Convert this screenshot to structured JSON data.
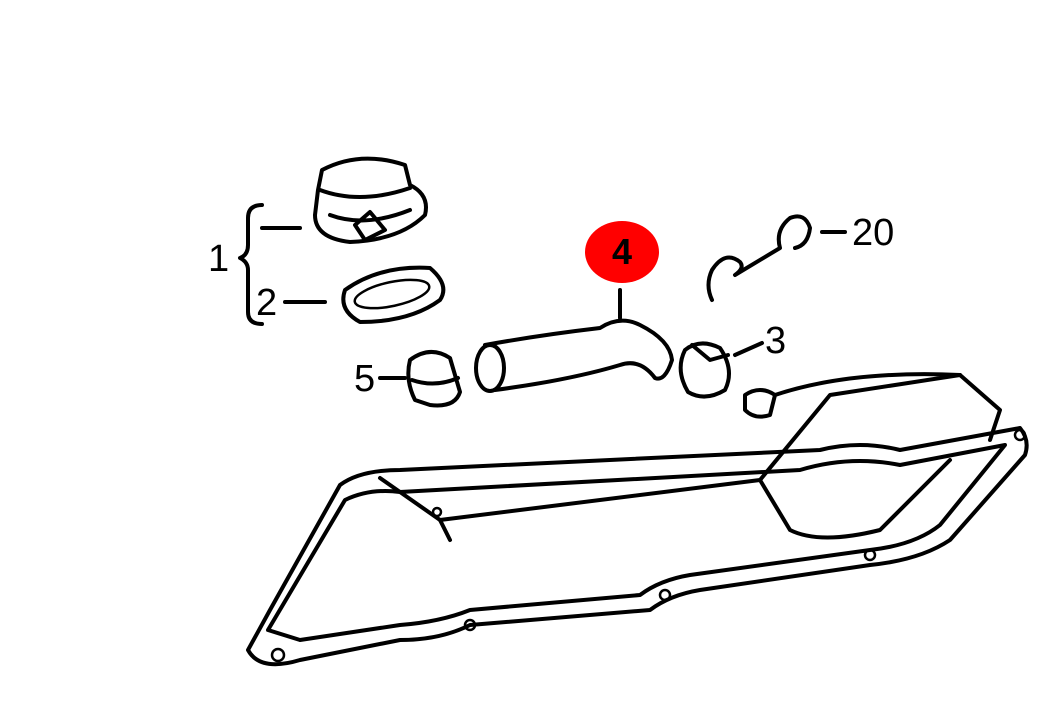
{
  "diagram": {
    "callouts": [
      {
        "id": "1",
        "label": "1"
      },
      {
        "id": "2",
        "label": "2"
      },
      {
        "id": "3",
        "label": "3"
      },
      {
        "id": "4",
        "label": "4",
        "highlighted": true
      },
      {
        "id": "5",
        "label": "5"
      },
      {
        "id": "20",
        "label": "20"
      }
    ],
    "highlight_color": "#ff0000"
  }
}
